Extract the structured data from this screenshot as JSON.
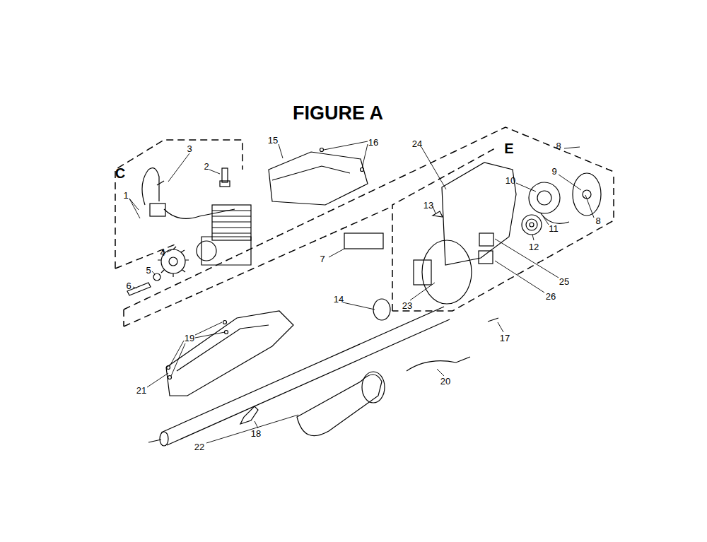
{
  "diagram": {
    "title": "FIGURE A",
    "labels": [
      "C",
      "1",
      "2",
      "3",
      "4",
      "5",
      "6",
      "15",
      "16",
      "7",
      "24",
      "E",
      "13",
      "8",
      "9",
      "10",
      "8",
      "11",
      "12",
      "25",
      "26",
      "23",
      "14",
      "17",
      "19",
      "21",
      "18",
      "20",
      "22"
    ]
  }
}
